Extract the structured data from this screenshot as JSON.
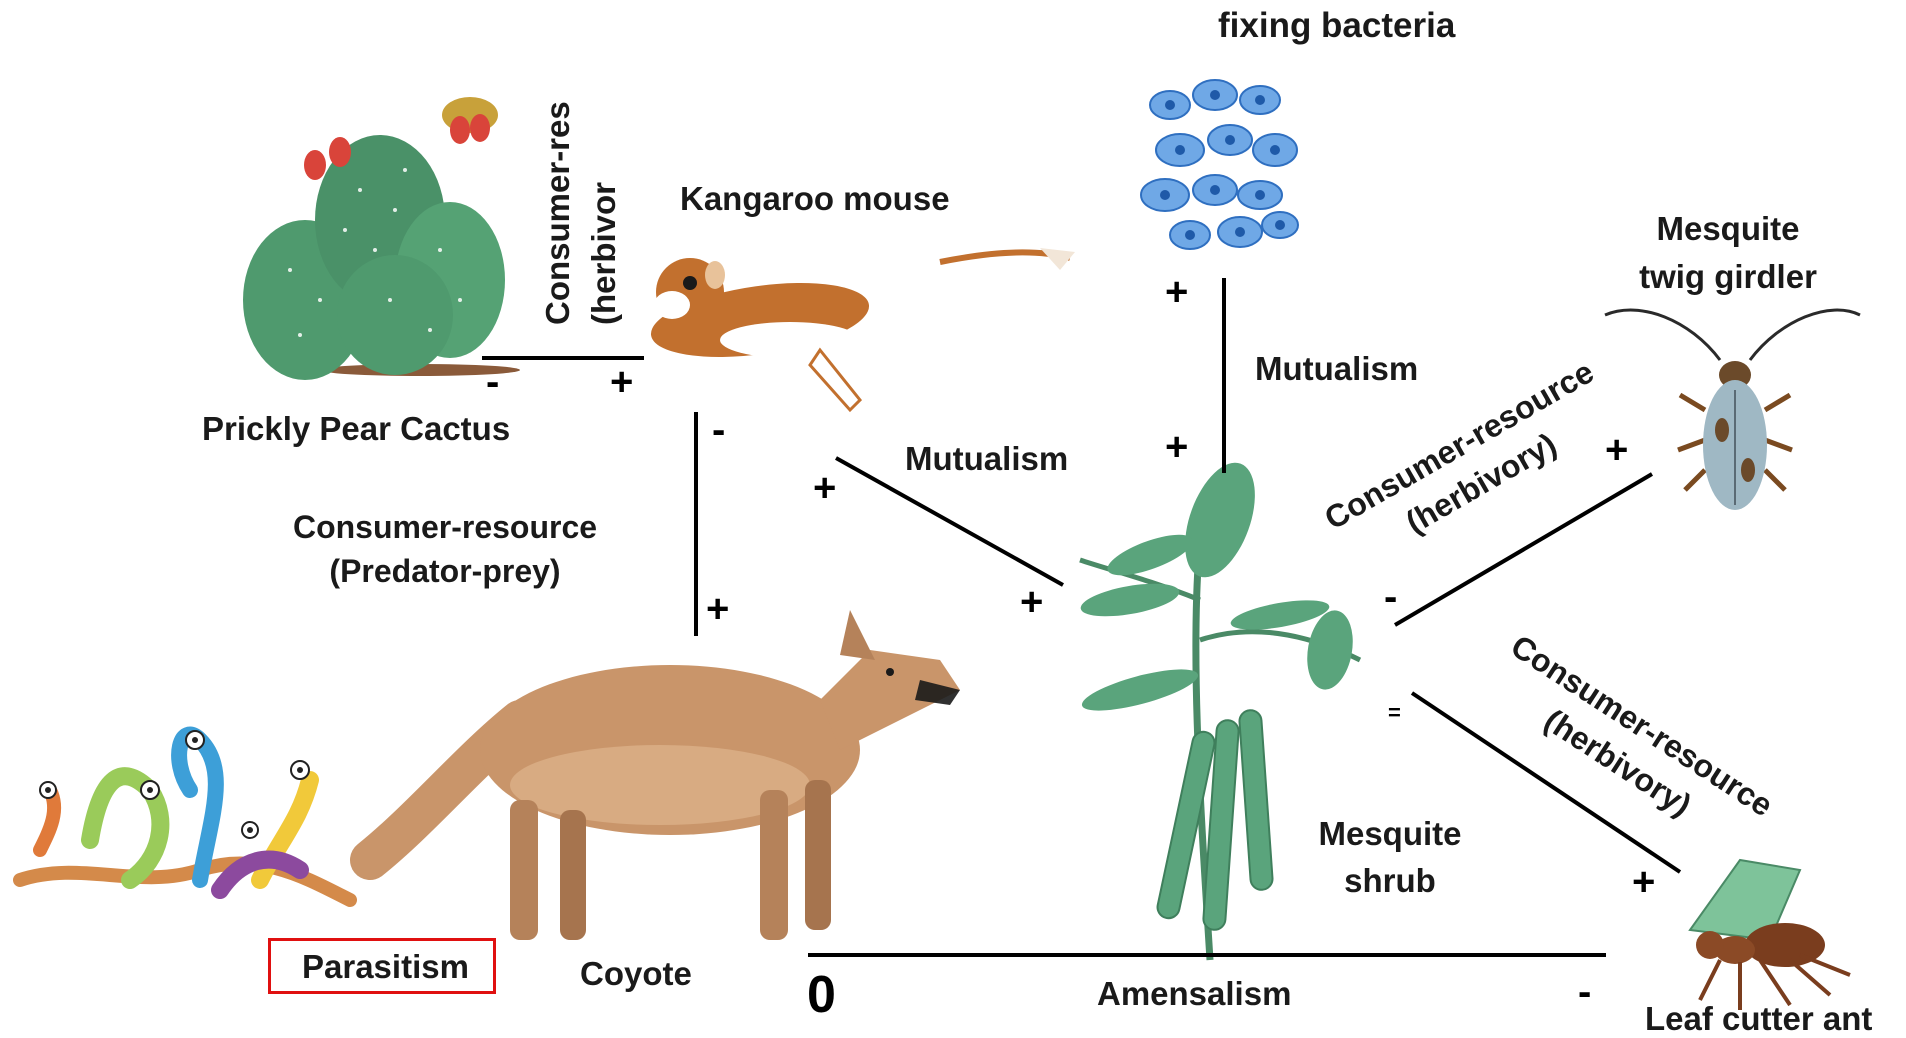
{
  "organisms": {
    "cactus": "Prickly Pear Cactus",
    "kangaroo_mouse": "Kangaroo mouse",
    "bacteria": "fixing bacteria",
    "mesquite_girdler_line1": "Mesquite",
    "mesquite_girdler_line2": "twig girdler",
    "mesquite_shrub_line1": "Mesquite",
    "mesquite_shrub_line2": "shrub",
    "coyote": "Coyote",
    "leaf_cutter_ant": "Leaf cutter ant",
    "parasites": "Parasitism"
  },
  "interactions": {
    "cactus_mouse_line1": "Consumer-res",
    "cactus_mouse_line2": "(herbivor",
    "mouse_coyote_line1": "Consumer-resource",
    "mouse_coyote_line2": "(Predator-prey)",
    "mouse_mesquite": "Mutualism",
    "bacteria_mesquite": "Mutualism",
    "girdler_line1": "Consumer-resource",
    "girdler_line2": "(herbivory)",
    "ant_line1": "Consumer-resource",
    "ant_line2": "(herbivory)",
    "amensalism": "Amensalism"
  },
  "signs": {
    "cactus": "-",
    "mouse_herb": "+",
    "mouse_prey": "-",
    "coyote": "+",
    "mouse_mut": "+",
    "mesquite_mut_mouse": "+",
    "bacteria": "+",
    "mesquite_mut_bact": "+",
    "girdler": "+",
    "mesquite_girdler": "-",
    "mesquite_ant": "=",
    "ant": "+",
    "coyote_amens": "0",
    "ant_amens": "-"
  },
  "colors": {
    "cactus_green": "#4f9a6e",
    "fruit_red": "#d9443a",
    "mouse_brown": "#c2702e",
    "bacteria_blue": "#3f86d6",
    "coyote_tan": "#c9956a",
    "mesquite_green": "#5aa47c",
    "ant_brown": "#7a3d1e",
    "highlight_red": "#e01010"
  }
}
